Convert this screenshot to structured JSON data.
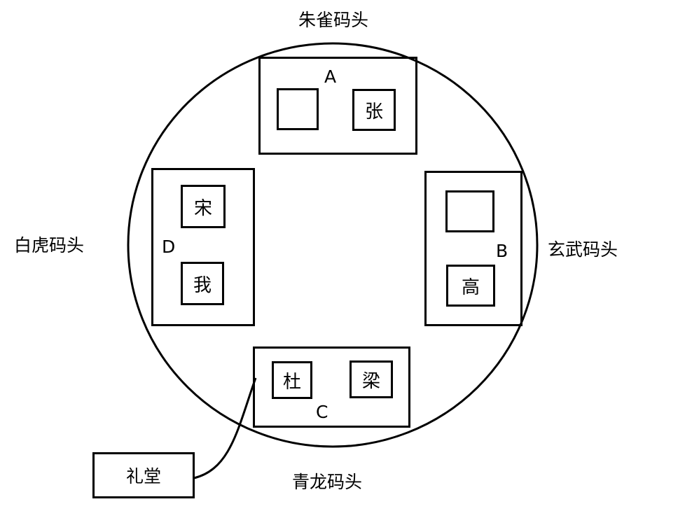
{
  "docks": {
    "north": "朱雀码头",
    "west": "白虎码头",
    "east": "玄武码头",
    "south": "青龙码头"
  },
  "zones": {
    "A": {
      "label": "A",
      "seats": [
        "",
        "张"
      ]
    },
    "B": {
      "label": "B",
      "seats": [
        "",
        "高"
      ]
    },
    "C": {
      "label": "C",
      "seats": [
        "杜",
        "梁"
      ]
    },
    "D": {
      "label": "D",
      "seats": [
        "宋",
        "我"
      ]
    }
  },
  "hall": {
    "label": "礼堂"
  }
}
